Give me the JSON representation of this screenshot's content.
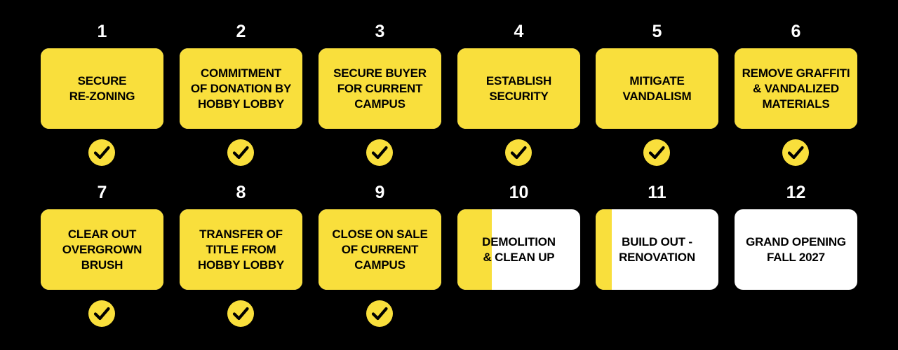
{
  "colors": {
    "background": "#000000",
    "accent": "#f9df3c",
    "pending": "#ffffff"
  },
  "steps": [
    {
      "number": "1",
      "label": "SECURE\nRE-ZONING",
      "progress": 1,
      "done": true
    },
    {
      "number": "2",
      "label": "COMMITMENT\nOF DONATION BY\nHOBBY LOBBY",
      "progress": 1,
      "done": true
    },
    {
      "number": "3",
      "label": "SECURE BUYER\nFOR CURRENT\nCAMPUS",
      "progress": 1,
      "done": true
    },
    {
      "number": "4",
      "label": "ESTABLISH\nSECURITY",
      "progress": 1,
      "done": true
    },
    {
      "number": "5",
      "label": "MITIGATE\nVANDALISM",
      "progress": 1,
      "done": true
    },
    {
      "number": "6",
      "label": "REMOVE GRAFFITI\n& VANDALIZED\nMATERIALS",
      "progress": 1,
      "done": true
    },
    {
      "number": "7",
      "label": "CLEAR OUT\nOVERGROWN\nBRUSH",
      "progress": 1,
      "done": true
    },
    {
      "number": "8",
      "label": "TRANSFER OF\nTITLE FROM\nHOBBY LOBBY",
      "progress": 1,
      "done": true
    },
    {
      "number": "9",
      "label": "CLOSE ON SALE\nOF CURRENT\nCAMPUS",
      "progress": 1,
      "done": true
    },
    {
      "number": "10",
      "label": "DEMOLITION\n& CLEAN UP",
      "progress": 0.28,
      "done": false
    },
    {
      "number": "11",
      "label": "BUILD OUT -\nRENOVATION",
      "progress": 0.13,
      "done": false
    },
    {
      "number": "12",
      "label": "GRAND OPENING\nFALL 2027",
      "progress": 0,
      "done": false
    }
  ]
}
